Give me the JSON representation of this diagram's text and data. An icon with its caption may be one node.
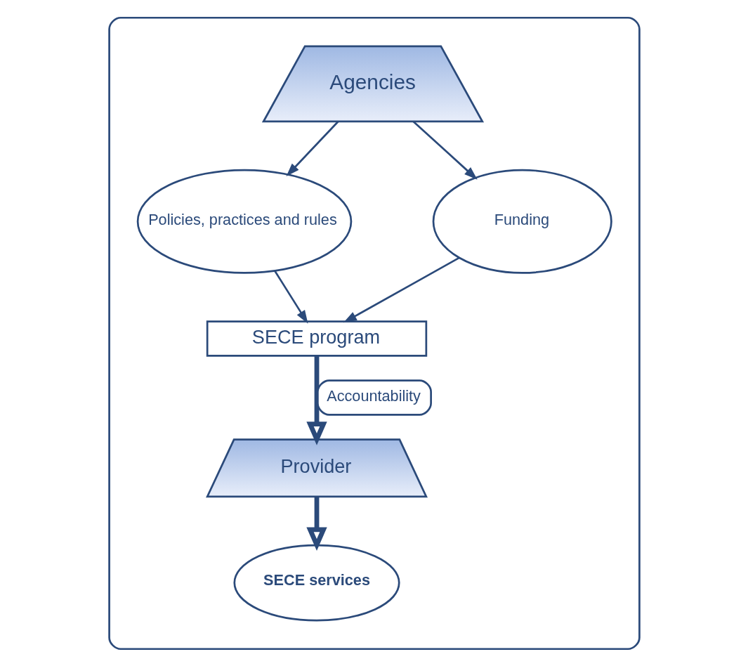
{
  "diagram": {
    "nodes": [
      {
        "text": [],
        "shape": "box"
      },
      {
        "text": [
          "Agencies"
        ],
        "in": 0
      },
      {
        "text": [
          "Policies, practices and rules"
        ],
        "in": 0
      },
      {
        "text": [
          "Funding"
        ],
        "in": 0
      },
      {
        "text": [
          "SECE program"
        ],
        "in": 0
      },
      {
        "text": [
          "Provider"
        ],
        "in": 0
      },
      {
        "text": [
          "SECE services"
        ],
        "in": 0
      }
    ],
    "edges": [
      {
        "from": 1,
        "to": 2,
        "arrow": "to"
      },
      {
        "from": 1,
        "to": 3,
        "arrow": "to"
      },
      {
        "from": 2,
        "to": 4,
        "arrow": "to"
      },
      {
        "from": 3,
        "to": 4,
        "arrow": "to"
      },
      {
        "from": 4,
        "to": 5,
        "arrow": "to",
        "label": "Accountability",
        "style": "thick"
      },
      {
        "from": 5,
        "to": 6,
        "arrow": "to",
        "style": "thick"
      }
    ]
  }
}
